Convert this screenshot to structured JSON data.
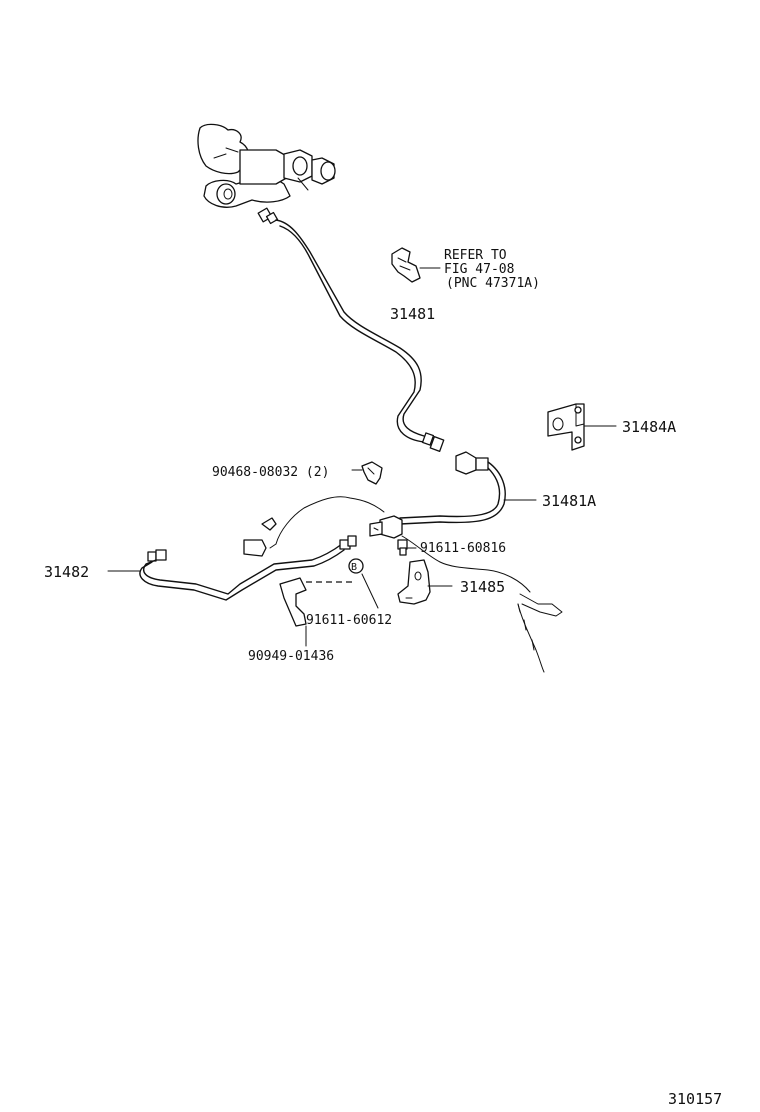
{
  "labels": {
    "refer_line1": "REFER TO",
    "refer_line2": "FIG 47-08",
    "refer_line3": "(PNC 47371A)",
    "p31481": "31481",
    "p31484a": "31484A",
    "p90468": "90468-08032 (2)",
    "p31481a": "31481A",
    "p91611_60816": "91611-60816",
    "p31482": "31482",
    "p31485": "31485",
    "circle_b": "B",
    "p91611_60612": "91611-60612",
    "p90949": "90949-01436",
    "figure_number": "310157"
  }
}
